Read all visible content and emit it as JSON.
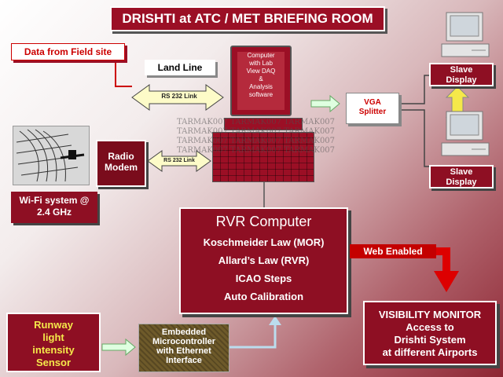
{
  "title": "DRISHTI at ATC / MET BRIEFING ROOM",
  "field_label": "Data from Field site",
  "land_line": "Land Line",
  "computer_lines": [
    "Computer",
    "with Lab",
    "View DAQ",
    "&",
    "Analysis",
    "software"
  ],
  "rs232_top": "RS 232 Link",
  "rs232_bottom": "RS 232 Link",
  "radio_modem": [
    "Radio",
    "Modem"
  ],
  "wifi": [
    "Wi-Fi system @",
    "2.4 GHz"
  ],
  "vga": [
    "VGA",
    "Splitter"
  ],
  "slave_display_1": [
    "Slave",
    "Display"
  ],
  "slave_display_2": [
    "Slave",
    "Display"
  ],
  "watermark": "TARMAK007 TARMAK007 TARMAK007",
  "rvr": {
    "heading": "RVR Computer",
    "items": [
      "Koschmeider Law (MOR)",
      "Allard’s Law (RVR)",
      "ICAO Steps",
      "Auto Calibration"
    ]
  },
  "web_enabled": "Web Enabled",
  "visibility": [
    "VISIBILITY MONITOR",
    "Access to",
    "Drishti System",
    "at different Airports"
  ],
  "sensor": [
    "Runway",
    "light",
    "intensity",
    "Sensor"
  ],
  "micro": [
    "Embedded",
    "Microcontroller",
    "with Ethernet",
    "Interface"
  ],
  "colors": {
    "maroon": "#8e0f23",
    "title_red": "#9b0f25",
    "yellow_text": "#f5e84a",
    "arrow_fill": "#fdfbc8",
    "web_red": "#c40000"
  }
}
